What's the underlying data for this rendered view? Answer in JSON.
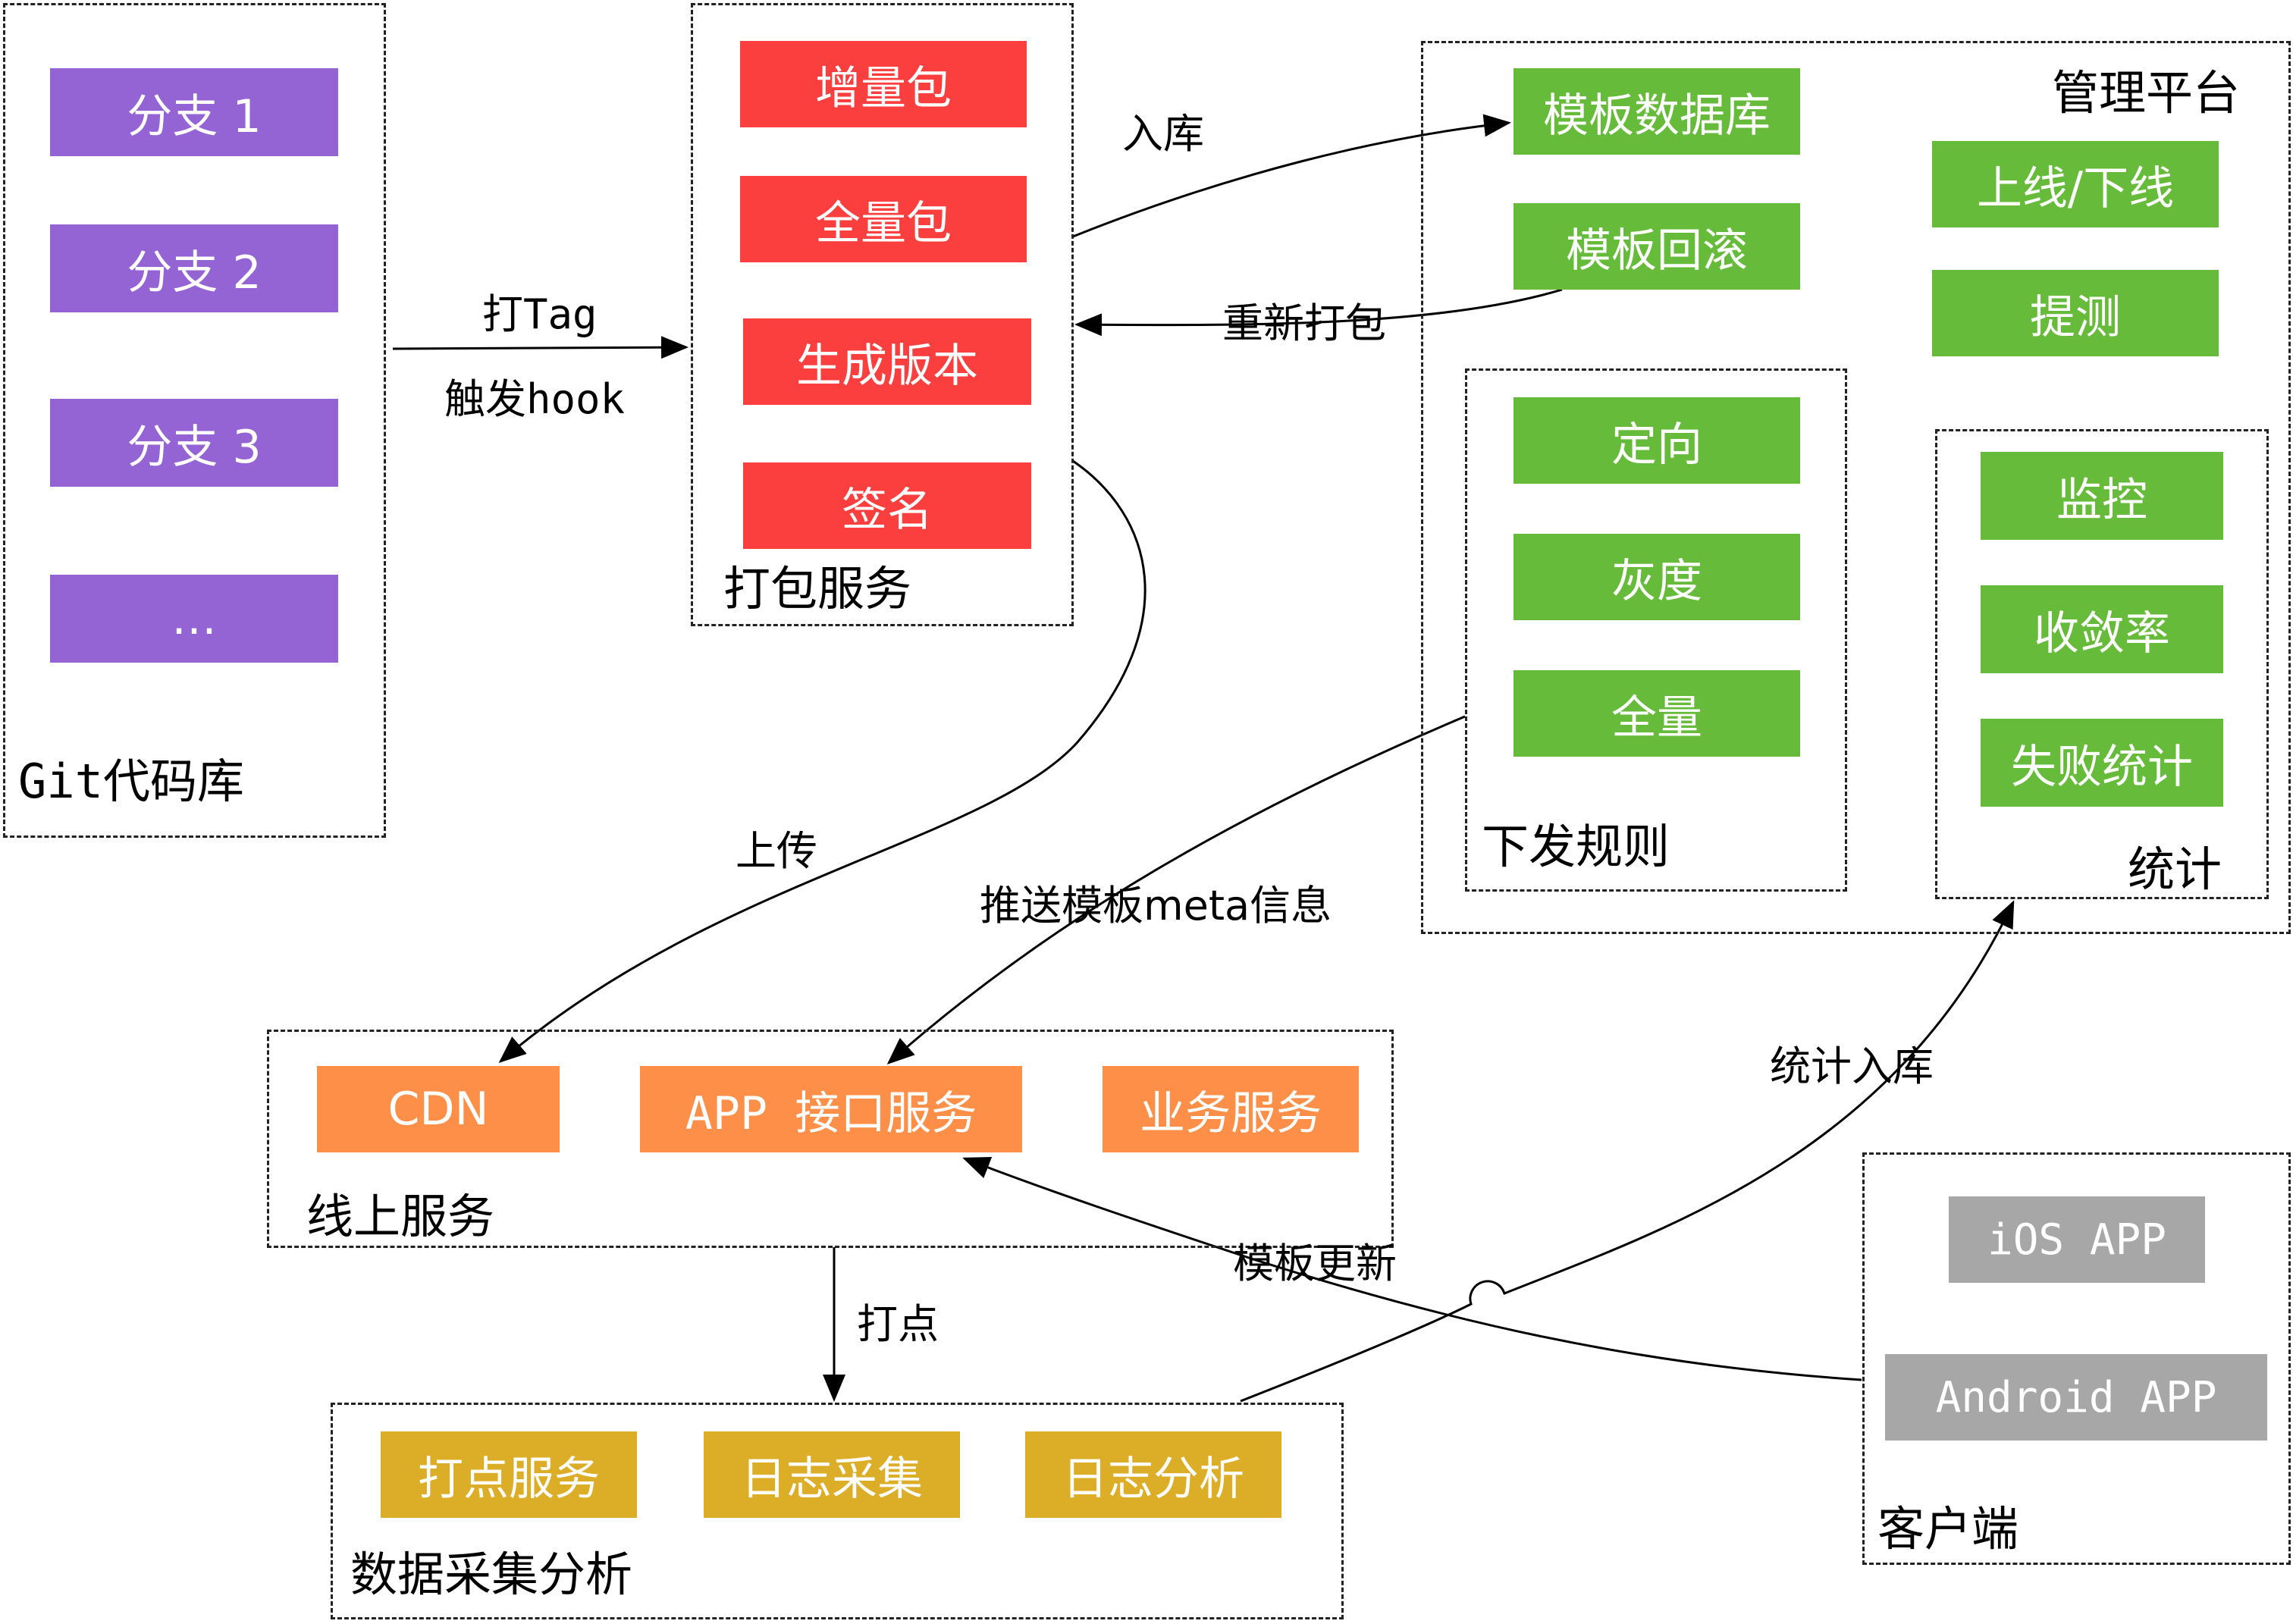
{
  "groups": {
    "git": {
      "label": "Git代码库"
    },
    "pack": {
      "label": "打包服务"
    },
    "mgmt": {
      "label": "管理平台"
    },
    "rules": {
      "label": "下发规则"
    },
    "stats": {
      "label": "统计"
    },
    "online": {
      "label": "线上服务"
    },
    "data": {
      "label": "数据采集分析"
    },
    "client": {
      "label": "客户端"
    }
  },
  "nodes": {
    "branch1": "分支 1",
    "branch2": "分支 2",
    "branch3": "分支 3",
    "branch_more": "…",
    "incremental": "增量包",
    "full_pkg": "全量包",
    "gen_version": "生成版本",
    "sign": "签名",
    "template_db": "模板数据库",
    "template_rollback": "模板回滚",
    "online_offline": "上线/下线",
    "testing": "提测",
    "targeted": "定向",
    "grayscale": "灰度",
    "full_release": "全量",
    "monitor": "监控",
    "convergence": "收敛率",
    "failure_stats": "失败统计",
    "cdn": "CDN",
    "app_api": "APP 接口服务",
    "biz_service": "业务服务",
    "tracking_service": "打点服务",
    "log_collect": "日志采集",
    "log_analysis": "日志分析",
    "ios_app": "iOS APP",
    "android_app": "Android APP"
  },
  "edges": {
    "tag": "打Tag",
    "hook": "触发hook",
    "store": "入库",
    "repack": "重新打包",
    "upload": "上传",
    "push_meta": "推送模板meta信息",
    "stats_store": "统计入库",
    "template_update": "模板更新",
    "tracking": "打点"
  }
}
